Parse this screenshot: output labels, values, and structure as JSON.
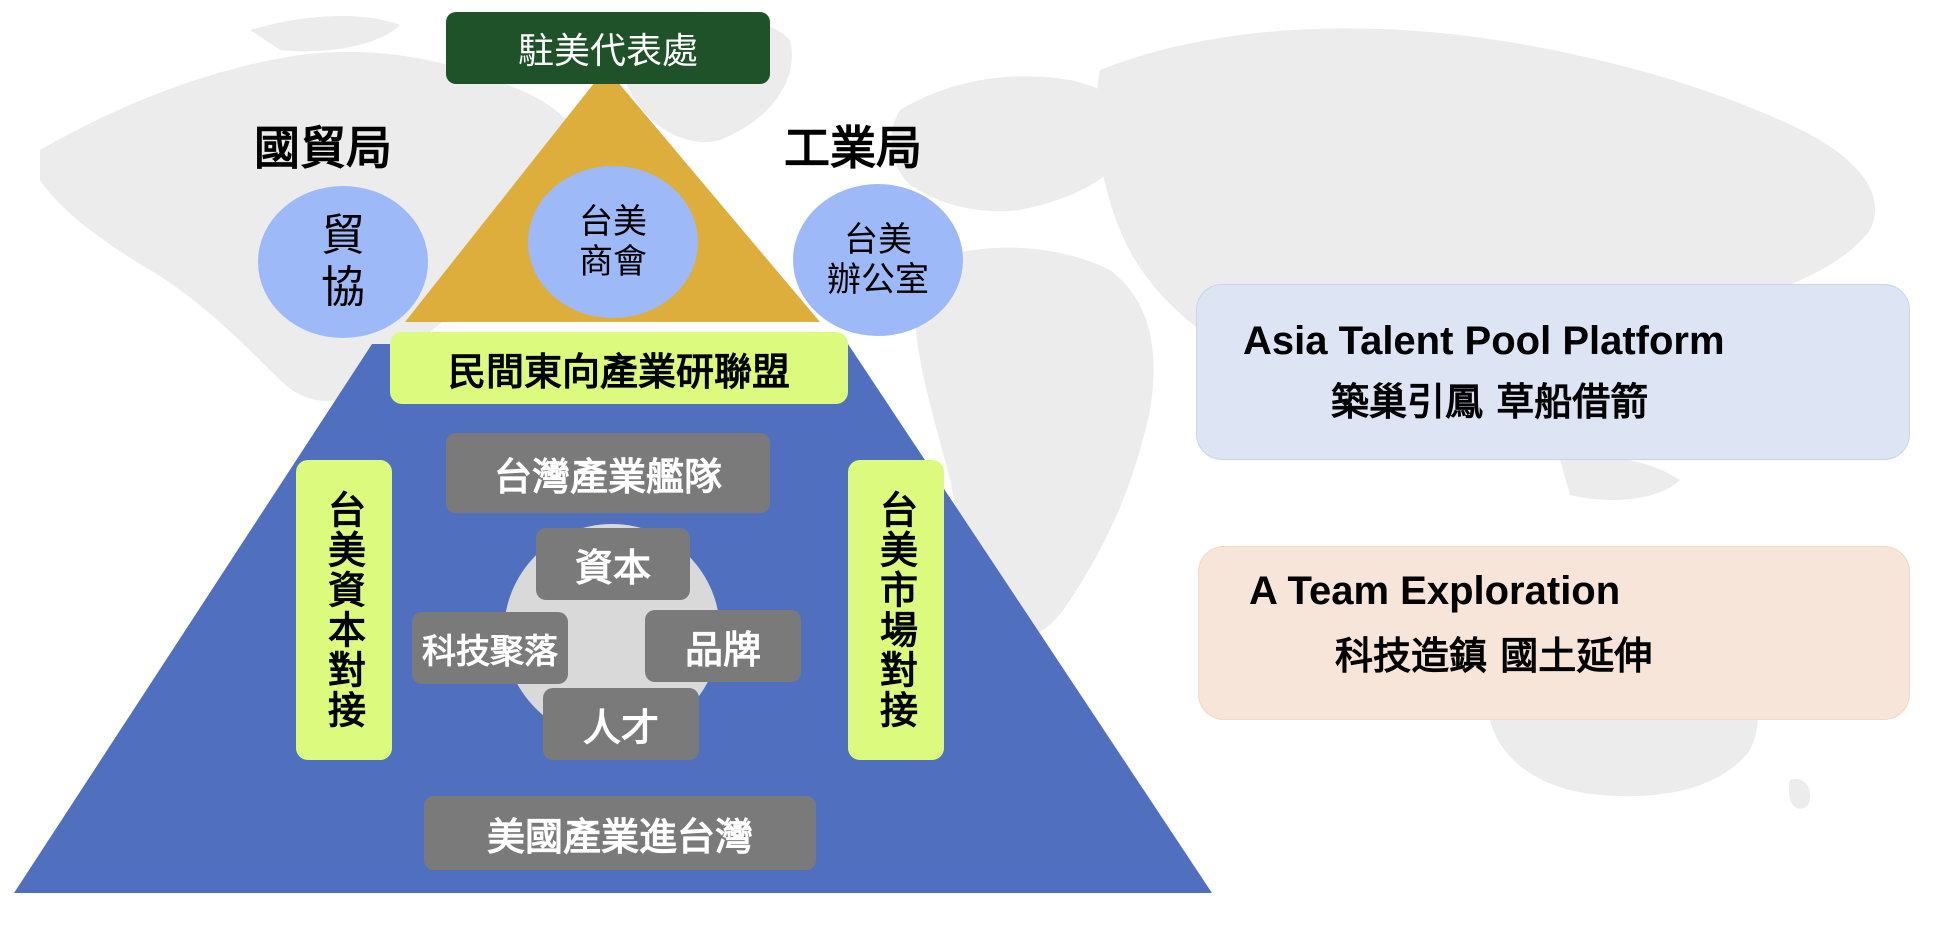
{
  "colors": {
    "map": "#ececec",
    "top_triangle": "#deae3d",
    "pyramid": "#5070bf",
    "green_header": "#205229",
    "circle": "#9db9f7",
    "lime": "#dcfb7e",
    "grey_box": "#7a7a7a",
    "core_circle": "#d9d9d9",
    "panel_blue": "#dde4f3",
    "panel_peach": "#f6e5d8"
  },
  "header": {
    "label": "駐美代表處"
  },
  "left_agency": {
    "label": "國貿局",
    "circle": "貿\n協"
  },
  "right_agency": {
    "label": "工業局",
    "circle": "台美\n辦公室"
  },
  "top_circle": {
    "label": "台美\n商會"
  },
  "alliance": {
    "label": "民間東向產業研聯盟"
  },
  "fleet": {
    "label": "台灣產業艦隊"
  },
  "core": {
    "capital": "資本",
    "cluster": "科技聚落",
    "brand": "品牌",
    "talent": "人才"
  },
  "left_pillar": {
    "label": "台美資本對接"
  },
  "right_pillar": {
    "label": "台美市場對接"
  },
  "bottom": {
    "label": "美國產業進台灣"
  },
  "panel_talent": {
    "title": "Asia Talent Pool Platform",
    "subtitle": "築巢引鳳 草船借箭"
  },
  "panel_team": {
    "title": "A Team Exploration",
    "subtitle": "科技造鎮 國土延伸"
  }
}
